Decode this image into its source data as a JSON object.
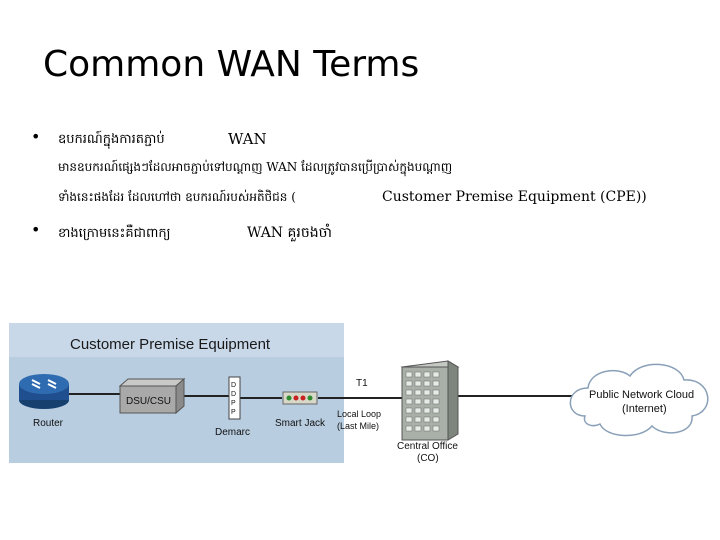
{
  "slide": {
    "title": "Common WAN Terms",
    "bullet1": {
      "lead": "ឧបករណ៍ក្នុងការតភ្ជាប់",
      "term": "WAN",
      "line2": "មានឧបករណ៍ផ្សេងៗដែលអាចភ្ជាប់ទៅបណ្តាញ WAN ដែលត្រូវបានប្រើប្រាស់ក្នុងបណ្តាញ",
      "line3": "ទាំងនេះផងដែរ ដែលហៅថា​ ឧបករណ៍របស់អតិថិជន (",
      "cpe": "Customer Premise Equipment (CPE))"
    },
    "bullet2": {
      "lead": "ខាងក្រោមនេះគឺជាពាក្យ",
      "term": "WAN គួរចងចាំ"
    }
  },
  "diagram": {
    "header": "Customer Premise Equipment",
    "labels": {
      "router": "Router",
      "dsu": "DSU/CSU",
      "demarc": "Demarc",
      "demarc_letters": [
        "D",
        "D",
        "P",
        "P"
      ],
      "smart_jack": "Smart Jack",
      "t1": "T1",
      "local_loop_1": "Local Loop",
      "local_loop_2": "(Last Mile)",
      "co_1": "Central Office",
      "co_2": "(CO)",
      "cloud_1": "Public Network Cloud",
      "cloud_2": "(Internet)"
    },
    "colors": {
      "panel": "#b8cde0",
      "header_bar": "#c8d8e8",
      "router": "#1f4f8f",
      "building": "#9aa39a"
    }
  }
}
